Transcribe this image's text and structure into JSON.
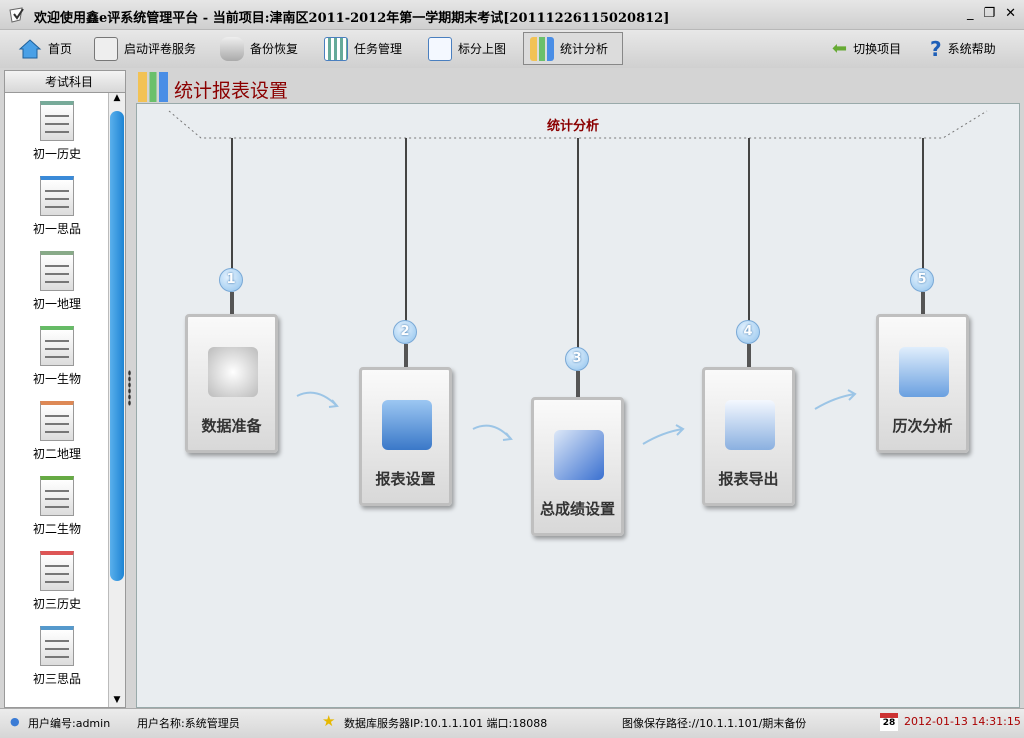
{
  "window": {
    "title": "欢迎使用鑫e评系统管理平台 - 当前项目:津南区2011-2012年第一学期期末考试[20111226115020812]",
    "min": "_",
    "restore": "❐",
    "close": "✕"
  },
  "toolbar": {
    "items": [
      {
        "label": "首页"
      },
      {
        "label": "启动评卷服务"
      },
      {
        "label": "备份恢复"
      },
      {
        "label": "任务管理"
      },
      {
        "label": "标分上图"
      },
      {
        "label": "统计分析"
      }
    ],
    "switch_project": "切换项目",
    "help": "系统帮助"
  },
  "sidebar": {
    "title": "考试科目",
    "subjects": [
      "初一历史",
      "初一思品",
      "初一地理",
      "初一生物",
      "初二地理",
      "初二生物",
      "初三历史",
      "初三思品"
    ]
  },
  "page": {
    "title": "统计报表设置",
    "group_title": "统计分析",
    "steps": [
      {
        "num": "1",
        "label": "数据准备"
      },
      {
        "num": "2",
        "label": "报表设置"
      },
      {
        "num": "3",
        "label": "总成绩设置"
      },
      {
        "num": "4",
        "label": "报表导出"
      },
      {
        "num": "5",
        "label": "历次分析"
      }
    ]
  },
  "status": {
    "user_id": "用户编号:admin",
    "user_name": "用户名称:系统管理员",
    "db_server": "数据库服务器IP:10.1.1.101 端口:18088",
    "image_path": "图像保存路径://10.1.1.101/期末备份",
    "calendar_day": "28",
    "datetime": "2012-01-13 14:31:15"
  }
}
